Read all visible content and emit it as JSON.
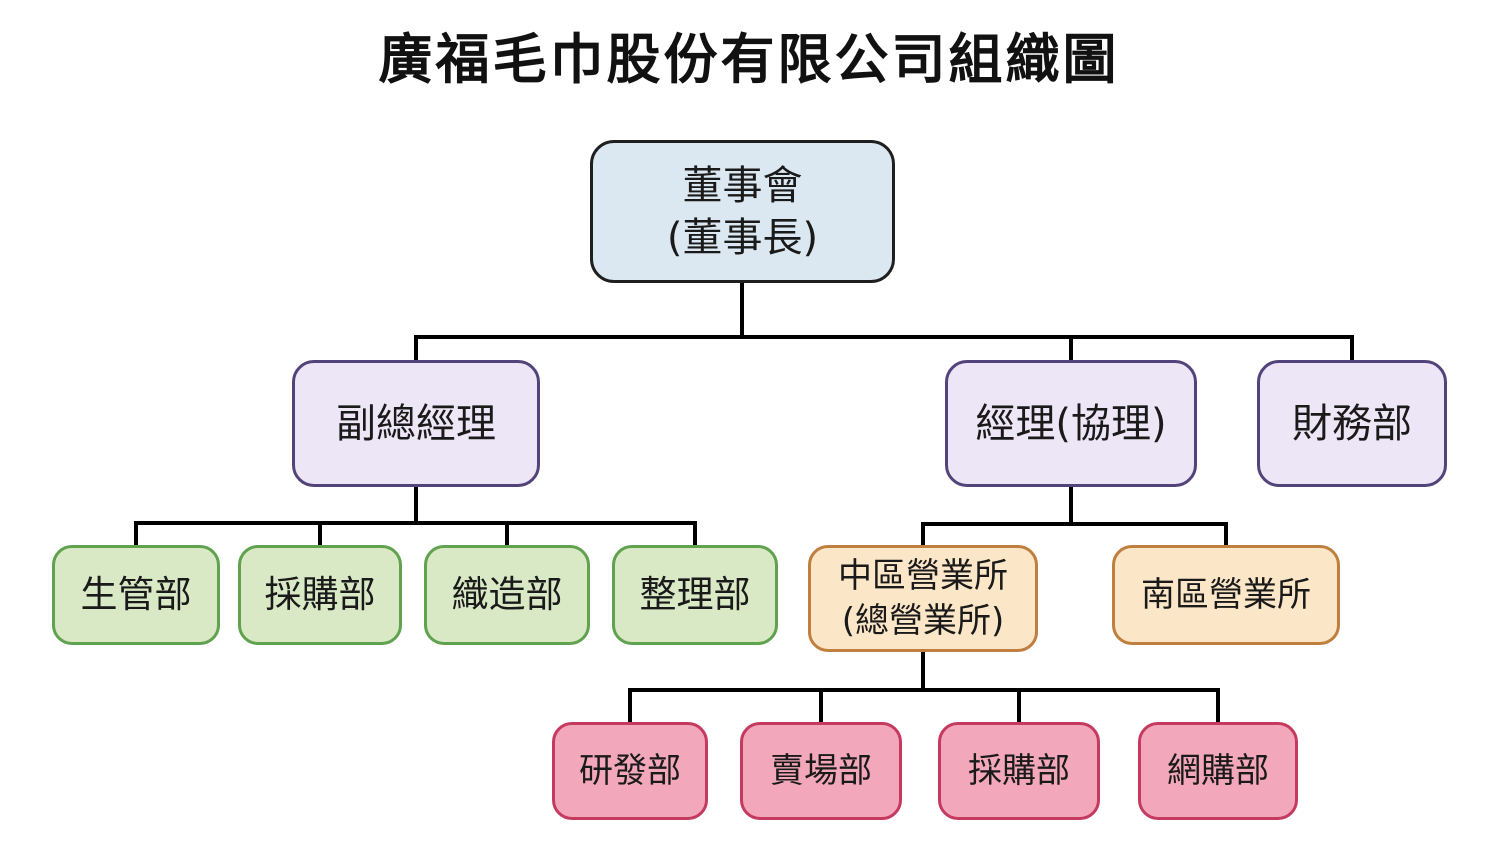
{
  "title": "廣福毛巾股份有限公司組織圖",
  "chart": {
    "board": {
      "line1": "董事會",
      "line2": "(董事長)"
    },
    "level2": {
      "vice_gm": {
        "label": "副總經理"
      },
      "manager": {
        "label": "經理(協理)"
      },
      "finance": {
        "label": "財務部"
      }
    },
    "vice_gm_children": [
      {
        "label": "生管部"
      },
      {
        "label": "採購部"
      },
      {
        "label": "織造部"
      },
      {
        "label": "整理部"
      }
    ],
    "manager_children": {
      "central": {
        "line1": "中區營業所",
        "line2": "(總營業所)"
      },
      "south": {
        "label": "南區營業所"
      }
    },
    "central_children": [
      {
        "label": "研發部"
      },
      {
        "label": "賣場部"
      },
      {
        "label": "採購部"
      },
      {
        "label": "網購部"
      }
    ]
  },
  "colors": {
    "background": "#ffffff",
    "connector_line": "#000000",
    "title_text": "#111111",
    "board_fill": "#dce8f1",
    "board_border": "#1f1f1f",
    "level2_fill": "#ede6f6",
    "level2_border": "#52437a",
    "green_fill": "#d9e9c6",
    "green_border": "#61a24f",
    "orange_fill": "#fbe6c7",
    "orange_border": "#bf7f3f",
    "pink_fill": "#f3a7bb",
    "pink_border": "#c53b60"
  }
}
